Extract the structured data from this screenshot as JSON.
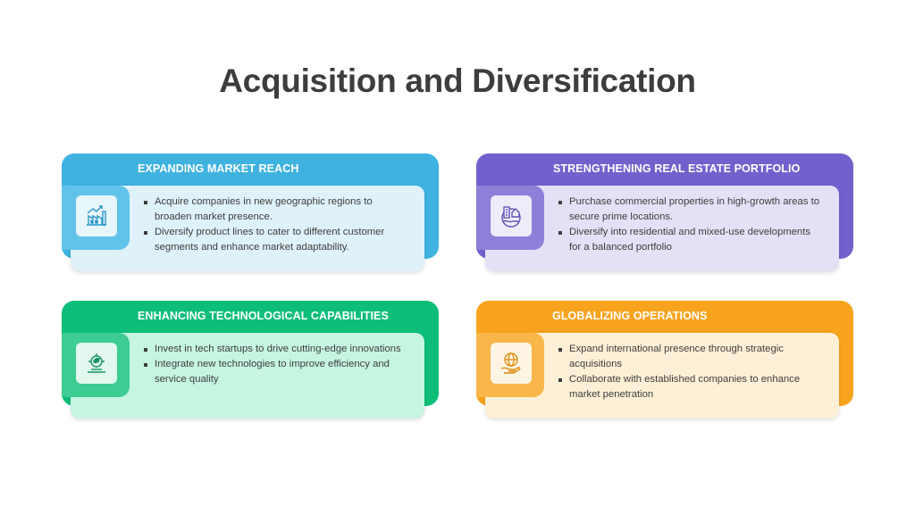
{
  "title": "Acquisition and Diversification",
  "cards": [
    {
      "heading": "EXPANDING MARKET REACH",
      "color": "#3fb2e0",
      "body_color": "#dff1f9",
      "tab_color": "#62c3ea",
      "icon": "factory-growth-icon",
      "points": [
        "Acquire companies in new geographic regions to broaden market presence.",
        "Diversify product lines to cater to different customer segments and enhance market adaptability."
      ]
    },
    {
      "heading": "STRENGTHENING REAL ESTATE PORTFOLIO",
      "color": "#7360cd",
      "body_color": "#e4e1f6",
      "tab_color": "#8e7fd8",
      "icon": "city-globe-icon",
      "points": [
        "Purchase commercial properties in high-growth areas to secure prime locations.",
        "Diversify into residential and mixed-use developments for a balanced portfolio"
      ]
    },
    {
      "heading": "ENHANCING TECHNOLOGICAL CAPABILITIES",
      "color": "#0ebe78",
      "body_color": "#c6f5e2",
      "tab_color": "#3dcc91",
      "icon": "eco-tech-icon",
      "points": [
        "Invest in tech startups to drive cutting-edge innovations",
        "Integrate new technologies to improve efficiency and service quality"
      ]
    },
    {
      "heading": "GLOBALIZING  OPERATIONS",
      "color": "#f8a31e",
      "body_color": "#fef0d6",
      "tab_color": "#f9b64b",
      "icon": "globe-hand-icon",
      "points": [
        "Expand international presence through strategic acquisitions",
        "Collaborate with established companies to enhance market penetration"
      ]
    }
  ]
}
